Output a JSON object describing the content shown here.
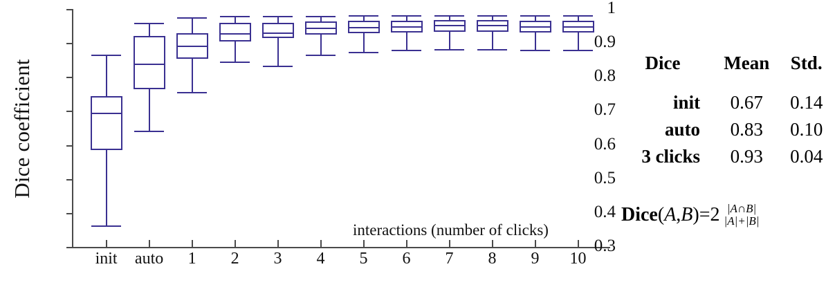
{
  "chart_data": {
    "type": "box",
    "title": "",
    "xlabel": "interactions (number of clicks)",
    "ylabel": "Dice coefficient",
    "ylim": [
      0.3,
      1.0
    ],
    "yticks": [
      "0.3",
      "0.4",
      "0.5",
      "0.6",
      "0.7",
      "0.8",
      "0.9",
      "1"
    ],
    "ytick_values": [
      0.3,
      0.4,
      0.5,
      0.6,
      0.7,
      0.8,
      0.9,
      1.0
    ],
    "grid": false,
    "legend": "none",
    "categories": [
      "init",
      "auto",
      "1",
      "2",
      "3",
      "4",
      "5",
      "6",
      "7",
      "8",
      "9",
      "10"
    ],
    "boxes": [
      {
        "label": "init",
        "whisker_low": 0.365,
        "q1": 0.592,
        "median": 0.697,
        "q3": 0.745,
        "whisker_high": 0.867
      },
      {
        "label": "auto",
        "whisker_low": 0.644,
        "q1": 0.77,
        "median": 0.842,
        "q3": 0.922,
        "whisker_high": 0.962
      },
      {
        "label": "1",
        "whisker_low": 0.757,
        "q1": 0.86,
        "median": 0.895,
        "q3": 0.93,
        "whisker_high": 0.978
      },
      {
        "label": "2",
        "whisker_low": 0.848,
        "q1": 0.91,
        "median": 0.93,
        "q3": 0.961,
        "whisker_high": 0.981
      },
      {
        "label": "3",
        "whisker_low": 0.835,
        "q1": 0.921,
        "median": 0.933,
        "q3": 0.962,
        "whisker_high": 0.981
      },
      {
        "label": "4",
        "whisker_low": 0.868,
        "q1": 0.93,
        "median": 0.947,
        "q3": 0.965,
        "whisker_high": 0.982
      },
      {
        "label": "5",
        "whisker_low": 0.876,
        "q1": 0.934,
        "median": 0.949,
        "q3": 0.967,
        "whisker_high": 0.983
      },
      {
        "label": "6",
        "whisker_low": 0.881,
        "q1": 0.936,
        "median": 0.952,
        "q3": 0.968,
        "whisker_high": 0.984
      },
      {
        "label": "7",
        "whisker_low": 0.884,
        "q1": 0.938,
        "median": 0.955,
        "q3": 0.969,
        "whisker_high": 0.984
      },
      {
        "label": "8",
        "whisker_low": 0.884,
        "q1": 0.938,
        "median": 0.955,
        "q3": 0.969,
        "whisker_high": 0.984
      },
      {
        "label": "9",
        "whisker_low": 0.882,
        "q1": 0.936,
        "median": 0.952,
        "q3": 0.968,
        "whisker_high": 0.983
      },
      {
        "label": "10",
        "whisker_low": 0.882,
        "q1": 0.936,
        "median": 0.952,
        "q3": 0.968,
        "whisker_high": 0.983
      }
    ],
    "box_color": "#3a3091",
    "axis_color": "#4a4a4a"
  },
  "stats": {
    "headers": [
      "Dice",
      "Mean",
      "Std."
    ],
    "rows": [
      {
        "name": "init",
        "mean": "0.67",
        "std": "0.14"
      },
      {
        "name": "auto",
        "mean": "0.83",
        "std": "0.10"
      },
      {
        "name": "3 clicks",
        "mean": "0.93",
        "std": "0.04"
      }
    ]
  },
  "formula": {
    "fn_name": "Dice",
    "args_open": "(",
    "arg_a": "A",
    "arg_comma": ", ",
    "arg_b": "B",
    "args_close": ")",
    "equals": " = ",
    "factor": "2",
    "numerator": "|A∩B|",
    "denominator": "|A|+|B|"
  }
}
